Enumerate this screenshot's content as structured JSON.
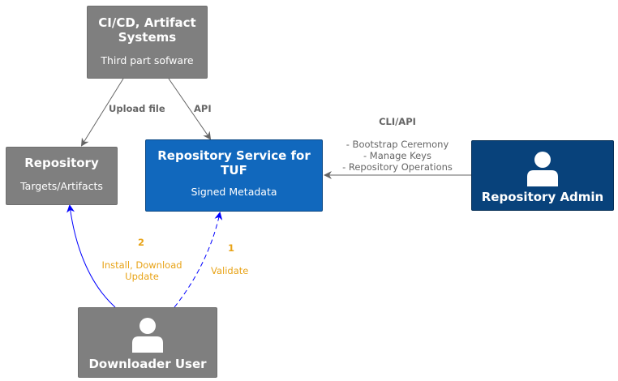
{
  "nodes": {
    "cicd": {
      "title_line1": "CI/CD, Artifact",
      "title_line2": "Systems",
      "subtitle": "Third part sofware"
    },
    "repository": {
      "title": "Repository",
      "subtitle": "Targets/Artifacts"
    },
    "repo_service": {
      "title_line1": "Repository Service for",
      "title_line2": "TUF",
      "subtitle": "Signed Metadata",
      "icon": "none"
    },
    "repo_admin": {
      "title": "Repository Admin",
      "icon": "person-icon"
    },
    "downloader": {
      "title": "Downloader User",
      "icon": "person-icon"
    }
  },
  "edges": {
    "upload": {
      "label": "Upload file"
    },
    "api": {
      "label": "API"
    },
    "cli": {
      "label": "CLI/API",
      "lines": [
        "- Bootstrap Ceremony",
        "- Manage Keys",
        "- Repository Operations"
      ]
    },
    "install": {
      "number": "2",
      "line1": "Install, Download",
      "line2": "Update"
    },
    "validate": {
      "number": "1",
      "label": "Validate"
    }
  },
  "colors": {
    "external": "#7f7f7f",
    "system": "#1168bd",
    "person_admin": "#08427b",
    "arrow_gray": "#666666",
    "arrow_blue": "#0000ff",
    "step_label": "#e8a317"
  }
}
